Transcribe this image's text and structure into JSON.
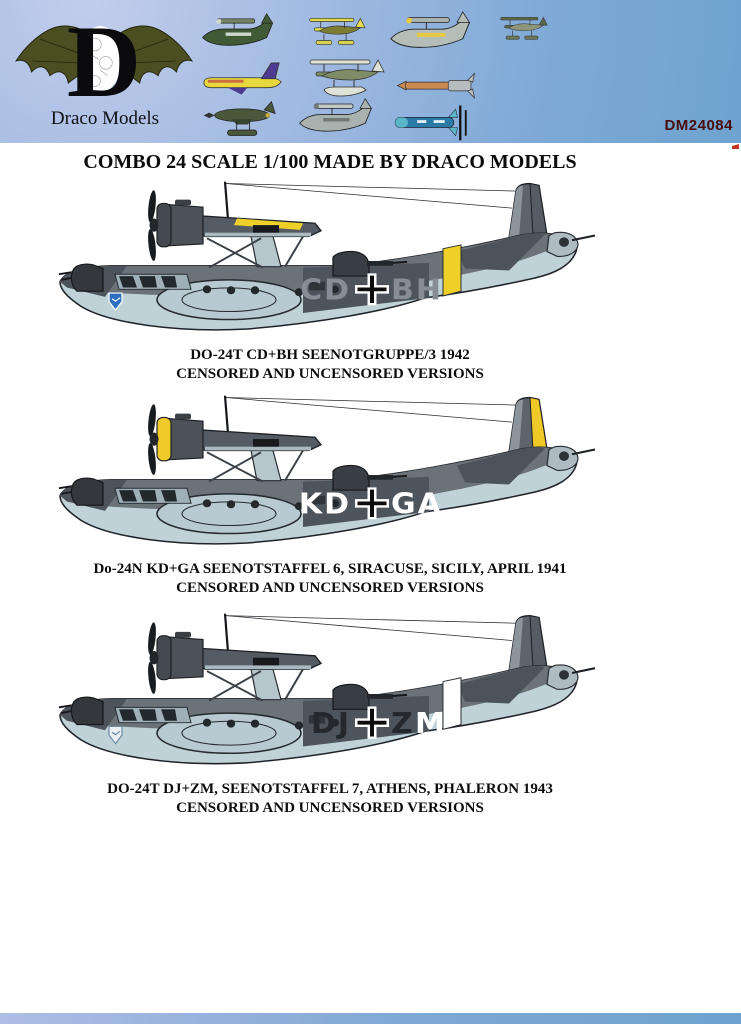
{
  "header": {
    "brand_letter": "D",
    "brand_name": "Draco Models",
    "product_code": "DM24084",
    "colors": {
      "banner_left": "#b7c3e6",
      "banner_right": "#6fa3cf",
      "product_code_color": "#4a0d0d",
      "bat_wing": "#4a4e20"
    },
    "thumbnails": [
      {
        "name": "green-flying-boat",
        "type": "flyingboat",
        "primary": "#3f5a35",
        "secondary": "#74855f",
        "accent": "#cfd6cc"
      },
      {
        "name": "yellow-biplane-floatplane",
        "type": "biplane",
        "primary": "#e3dc4e",
        "secondary": "#7d7c33",
        "accent": "#d8d14a"
      },
      {
        "name": "grey-flying-boat-yellow-bands",
        "type": "flyingboat",
        "primary": "#b5bdb9",
        "secondary": "#aab2ae",
        "accent": "#e6c93f"
      },
      {
        "name": "olive-biplane-flying-boat",
        "type": "biplane",
        "primary": "#5d6847",
        "secondary": "#8d9678",
        "accent": "#6b7553"
      },
      {
        "name": "yellow-purple-jet",
        "type": "jet",
        "primary": "#e7d83e",
        "secondary": "#4c3b90",
        "accent": "#e7d83e"
      },
      {
        "name": "camouflage-seaplane-biplane",
        "type": "seabiplane",
        "primary": "#7e8d68",
        "secondary": "#dfe2d6",
        "accent": "#4a5a3f"
      },
      {
        "name": "orange-rocket-plane",
        "type": "missile",
        "primary": "#c98a52",
        "secondary": "#b7bcbf",
        "accent": "#b7bcbf"
      },
      {
        "name": "green-floatplane-fighter",
        "type": "floatfighter",
        "primary": "#49573b",
        "secondary": "#36432e",
        "accent": "#c8a43a"
      },
      {
        "name": "grey-seaplane",
        "type": "flyingboat",
        "primary": "#a9b2ae",
        "secondary": "#c3cac6",
        "accent": "#6f7a76"
      },
      {
        "name": "blue-navy-drone",
        "type": "drone",
        "primary": "#2a7aa8",
        "secondary": "#59b6c9",
        "accent": "#ffffff"
      }
    ]
  },
  "title": "COMBO 24 SCALE 1/100 MADE BY DRACO MODELS",
  "planes": [
    {
      "caption1": "DO-24T CD+BH SEENOTGRUPPE/3 1942",
      "caption2": "CENSORED AND UNCENSORED VERSIONS",
      "code": {
        "left": "CD",
        "right": "BH",
        "right2": ""
      },
      "colors": {
        "band": "#efd028",
        "band_stroke": "#2a2e33",
        "rudder": "#565c63",
        "cowl": "#454a50",
        "wingpatch": "#efd028",
        "shield": "#2e6fc0",
        "shield_stroke": "#ffffff",
        "code_left": "#868d94",
        "code_right": "#868d94",
        "code_right2": "transparent"
      }
    },
    {
      "caption1": "Do-24N KD+GA SEENOTSTAFFEL 6, SIRACUSE, SICILY, APRIL 1941",
      "caption2": "CENSORED AND UNCENSORED VERSIONS",
      "code": {
        "left": "KD",
        "right": "GA",
        "right2": ""
      },
      "colors": {
        "band": "transparent",
        "band_stroke": "transparent",
        "rudder": "#eec928",
        "cowl": "#eec928",
        "wingpatch": "transparent",
        "shield": "transparent",
        "shield_stroke": "transparent",
        "code_left": "#ffffff",
        "code_right": "#ffffff",
        "code_right2": "transparent"
      }
    },
    {
      "caption1": "DO-24T DJ+ZM, SEENOTSTAFFEL 7, ATHENS, PHALERON 1943",
      "caption2": "CENSORED AND UNCENSORED VERSIONS",
      "code": {
        "left": "DJ",
        "right": "Z",
        "right2": "M"
      },
      "colors": {
        "band": "#ffffff",
        "band_stroke": "#2a2e33",
        "rudder": "#565c63",
        "cowl": "#454a50",
        "wingpatch": "transparent",
        "shield": "#e9eff3",
        "shield_stroke": "#6d8aa0",
        "code_left": "#24282c",
        "code_right": "#24282c",
        "code_right2": "#ffffff"
      }
    }
  ]
}
